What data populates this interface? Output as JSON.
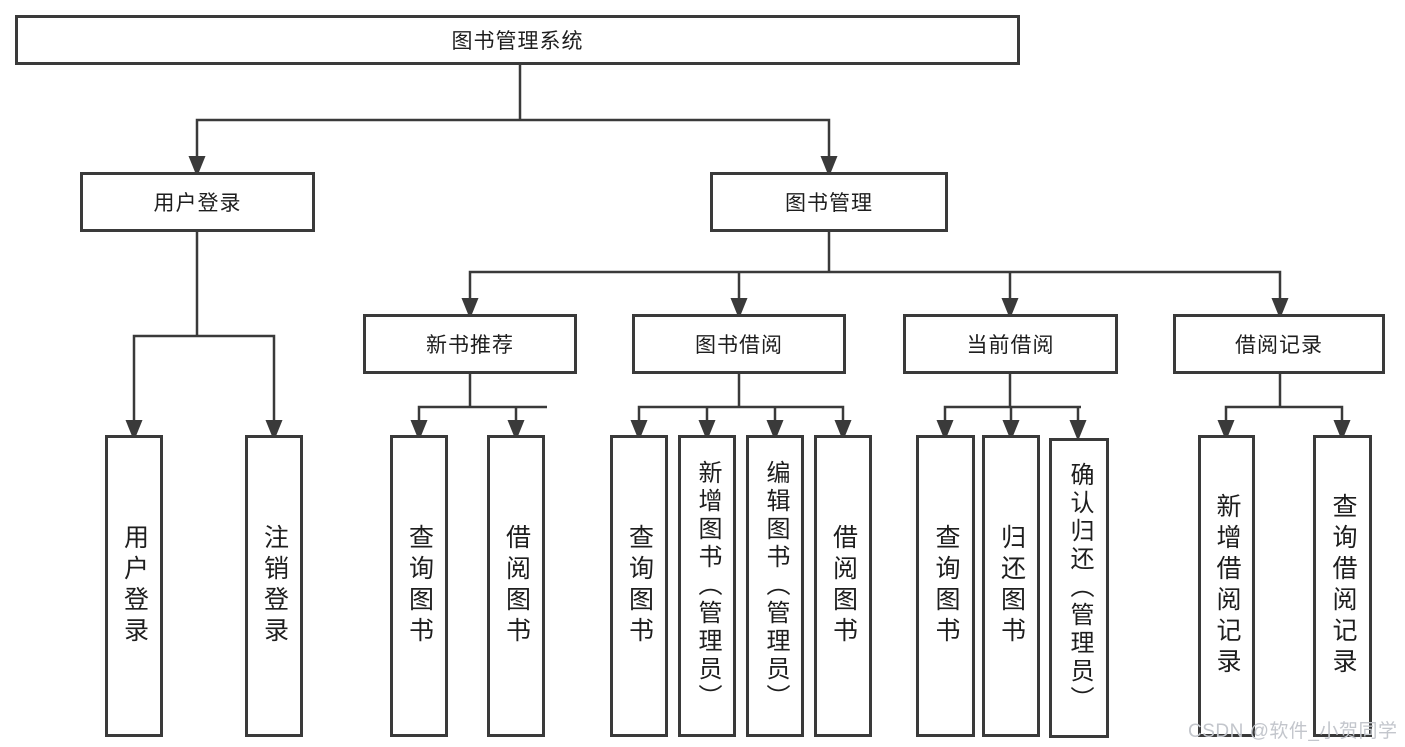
{
  "diagram_title": "图书管理系统",
  "tree": {
    "root": {
      "label": "图书管理系统"
    },
    "branches": [
      {
        "label": "用户登录",
        "children": [
          {
            "label": "用户登录"
          },
          {
            "label": "注销登录"
          }
        ]
      },
      {
        "label": "图书管理",
        "children": [
          {
            "label": "新书推荐",
            "children": [
              {
                "label": "查询图书"
              },
              {
                "label": "借阅图书"
              }
            ]
          },
          {
            "label": "图书借阅",
            "children": [
              {
                "label": "查询图书"
              },
              {
                "label": "新增图书（管理员）"
              },
              {
                "label": "编辑图书（管理员）"
              },
              {
                "label": "借阅图书"
              }
            ]
          },
          {
            "label": "当前借阅",
            "children": [
              {
                "label": "查询图书"
              },
              {
                "label": "归还图书"
              },
              {
                "label": "确认归还（管理员）"
              }
            ]
          },
          {
            "label": "借阅记录",
            "children": [
              {
                "label": "新增借阅记录"
              },
              {
                "label": "查询借阅记录"
              }
            ]
          }
        ]
      }
    ]
  },
  "watermark": {
    "text": "CSDN @软件_小贺同学"
  },
  "colors": {
    "line_color": "#3a3a3a",
    "text_color": "#1e1e1e",
    "bg_color": "#ffffff",
    "watermark_color": "#c3c6cc"
  }
}
